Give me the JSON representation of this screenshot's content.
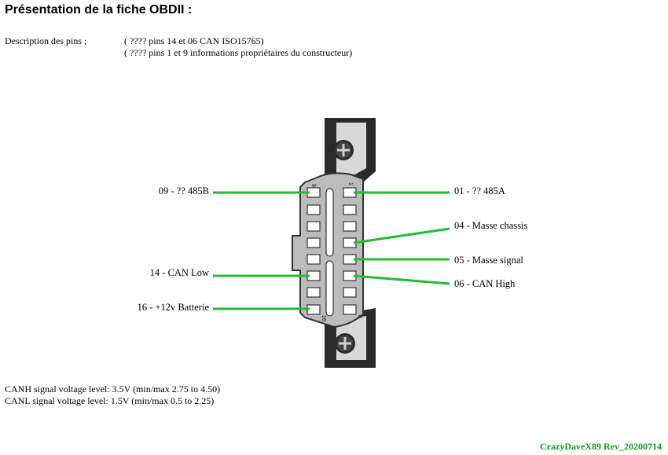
{
  "header": {
    "title": "Présentation de la fiche OBDII :"
  },
  "description": {
    "label": "Description des pins ;",
    "lines": [
      "( ???? pins 14 et 06 CAN ISO15765)",
      "( ???? pins 1 et 9 informations propriétaires du constructeur)"
    ]
  },
  "connector": {
    "corner_numbers": {
      "top_left": "9",
      "top_right": "1",
      "bottom_left": "16",
      "bottom_right": "8"
    }
  },
  "pins": {
    "p09": "09 - ?? 485B",
    "p01": "01 - ?? 485A",
    "p04": "04 - Masse chassis",
    "p05": "05 - Masse signal",
    "p14": "14 - CAN Low",
    "p06": "06 - CAN High",
    "p16": "16 - +12v Batterie"
  },
  "notes": [
    "CANH signal voltage level: 3.5V (min/max 2.75 to 4.50)",
    "CANL signal voltage level: 1.5V (min/max 0.5 to 2.25)"
  ],
  "footer": {
    "signature": "CrazyDaveX89 Rev_20200714"
  },
  "colors": {
    "line": "#22bb33",
    "signature": "#119922",
    "connector_fill": "#bcbcbc",
    "bracket": "#2a2a2a"
  }
}
